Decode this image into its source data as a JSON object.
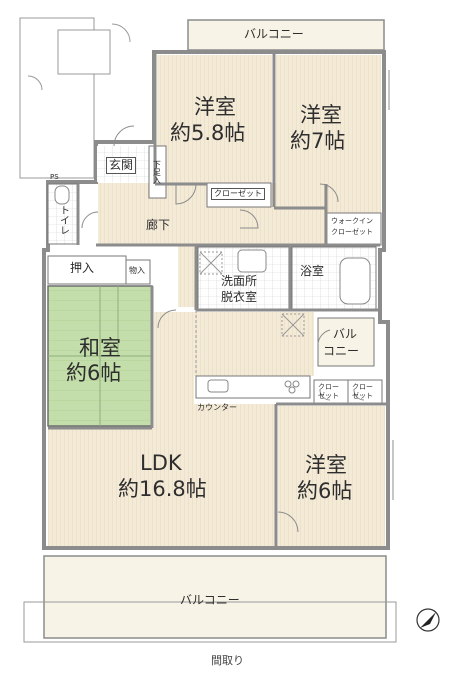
{
  "caption": "間取り",
  "rooms": {
    "balcony_top": "バルコニー",
    "western_1_name": "洋室",
    "western_1_size": "約5.8帖",
    "western_2_name": "洋室",
    "western_2_size": "約7帖",
    "entrance": "玄関",
    "shoe_box": "下足入",
    "closet_1": "クローゼット",
    "walkin_closet_1": "ウォークイン",
    "walkin_closet_2": "クローゼット",
    "ps": "PS",
    "toilet": "トイレ",
    "corridor": "廊下",
    "oshiire": "押入",
    "storage": "物入",
    "washroom_1": "洗面所",
    "washroom_2": "脱衣室",
    "bath": "浴室",
    "japanese_name": "和室",
    "japanese_size": "約6帖",
    "balcony_small_1": "バル",
    "balcony_small_2": "コニー",
    "closet_a_1": "クロー",
    "closet_a_2": "ゼット",
    "closet_b_1": "クロー",
    "closet_b_2": "ゼット",
    "counter": "カウンター",
    "ldk_name": "LDK",
    "ldk_size": "約16.8帖",
    "western_3_name": "洋室",
    "western_3_size": "約6帖",
    "balcony_bottom": "バルコニー"
  },
  "icons": {
    "compass": "north-arrow-icon"
  },
  "colors": {
    "wall": "#8c8c8c",
    "floor_wood": "#f4ead8",
    "tatami": "#bfdca7",
    "balcony": "#f7f3e6",
    "wet_area": "#ffffff"
  }
}
